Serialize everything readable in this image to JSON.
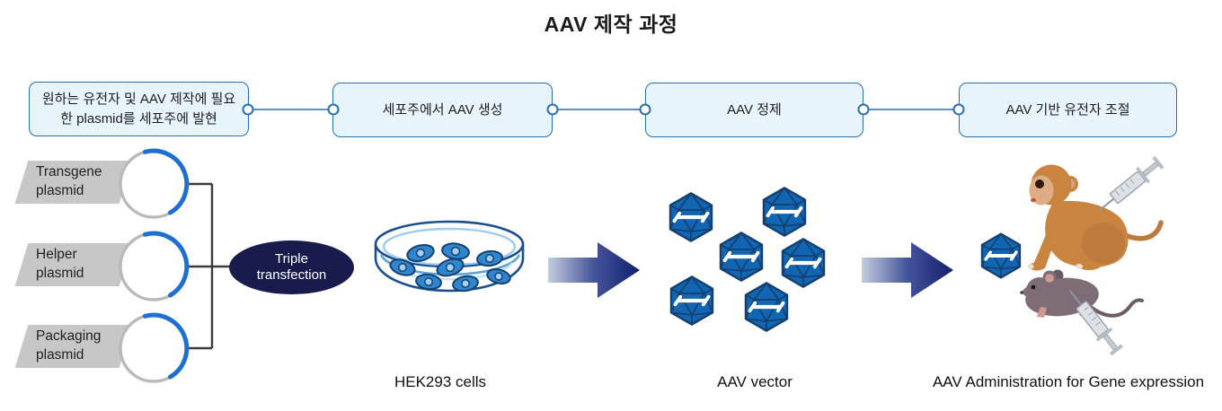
{
  "title": "AAV 제작 과정",
  "process": {
    "steps": [
      {
        "label": "원하는 유전자 및 AAV 제작에 필요한 plasmid를 세포주에 발현"
      },
      {
        "label": "세포주에서 AAV 생성"
      },
      {
        "label": "AAV 정제"
      },
      {
        "label": "AAV 기반 유전자 조절"
      }
    ]
  },
  "plasmids": {
    "items": [
      {
        "label": "Transgene plasmid"
      },
      {
        "label": "Helper plasmid"
      },
      {
        "label": "Packaging plasmid"
      }
    ]
  },
  "transfection": {
    "label": "Triple transfection"
  },
  "captions": {
    "cells": "HEK293 cells",
    "vector": "AAV vector",
    "administration": "AAV Administration for Gene expression"
  },
  "icons": {
    "plasmid": "plasmid-circle-icon",
    "petri_dish": "petri-dish-icon",
    "arrow": "arrow-right-icon",
    "aav_capsid": "aav-virus-icon",
    "monkey": "monkey-icon",
    "mouse": "mouse-icon",
    "syringe": "syringe-icon"
  },
  "colors": {
    "box_fill": "#e8f4fc",
    "box_border": "#2a6fad",
    "connector_blue": "#2a6fad",
    "connector_dark": "#3c3c3c",
    "plasmid_arc_blue": "#1e6fd2",
    "plasmid_ring_gray": "#b9b9b9",
    "label_gray": "#c7c7c7",
    "transfection_navy": "#191b4d",
    "arrow_light": "#c4cddf",
    "arrow_dark": "#121f6e",
    "virus_fill": "#1066b2",
    "virus_edge": "#153f6f",
    "dish_outline": "#1b4e8f",
    "cell_fill": "#2f86cf",
    "monkey_fur": "#c9853f",
    "mouse_fur": "#7e6d77"
  }
}
